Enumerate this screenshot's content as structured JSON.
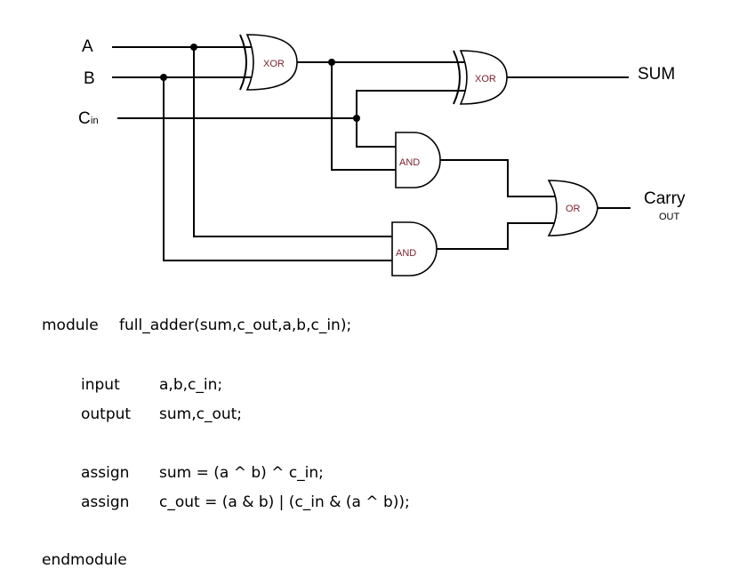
{
  "diagram": {
    "inputs": {
      "a": "A",
      "b": "B",
      "cin_main": "C",
      "cin_sub": "in"
    },
    "outputs": {
      "sum": "SUM",
      "carry": "Carry",
      "carry_sub": "OUT"
    },
    "gates": {
      "xor1": "XOR",
      "xor2": "XOR",
      "and1": "AND",
      "and2": "AND",
      "or1": "OR"
    },
    "colors": {
      "gate_label": "#7a1f2b",
      "wire": "#000000"
    }
  },
  "code": {
    "module_keyword": "module",
    "module_sig": "full_adder(sum,c_out,a,b,c_in);",
    "input_keyword": "input",
    "input_vars": "a,b,c_in;",
    "output_keyword": "output",
    "output_vars": "sum,c_out;",
    "assign1_keyword": "assign",
    "assign1_expr": "sum = (a ^ b) ^ c_in;",
    "assign2_keyword": "assign",
    "assign2_expr": "c_out = (a & b) | (c_in & (a ^ b));",
    "endmodule": "endmodule"
  }
}
